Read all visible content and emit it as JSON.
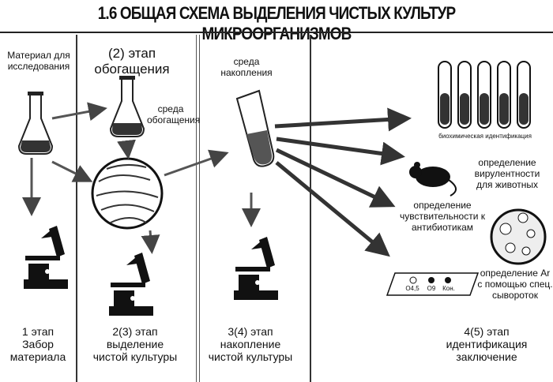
{
  "title": "1.6 ОБЩАЯ СХЕМА ВЫДЕЛЕНИЯ ЧИСТЫХ КУЛЬТУР МИКРООРГАНИЗМОВ",
  "labels": {
    "material": "Материал для исследования",
    "stage2_enrichment": "(2) этап обогащения",
    "enrichment_medium": "среда обогащения",
    "accumulation_medium": "среда накопления",
    "biochem_id": "биохимическая идентификация",
    "virulence": "определение вирулентности для животных",
    "sensitivity": "определение чувствительности к антибиотикам",
    "antigen": "определение Ar с помощью спец. сывороток"
  },
  "wells": [
    "O4,5",
    "O9",
    "Кон."
  ],
  "stages": {
    "s1": "1 этап Забор материала",
    "s2": "2(3) этап выделение чистой культуры",
    "s3": "3(4) этап накопление чистой культуры",
    "s4": "4(5) этап идентификация заключение"
  }
}
